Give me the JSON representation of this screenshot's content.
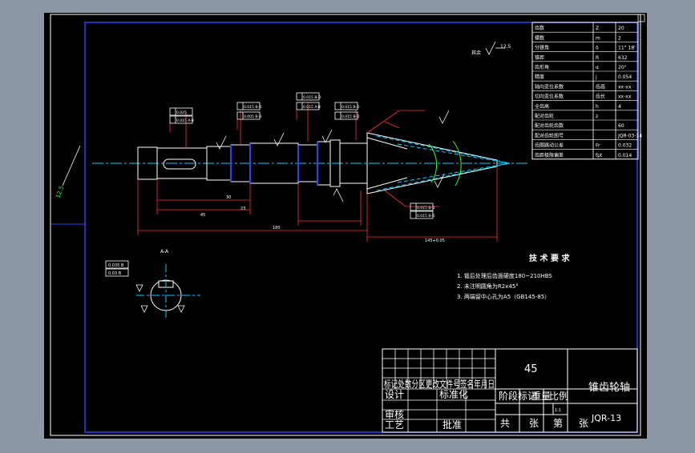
{
  "viewport_markers": {
    "right_button": "▢"
  },
  "spec_table": {
    "rows": [
      {
        "name": "齿数",
        "sym": "Z",
        "val": "20"
      },
      {
        "name": "模数",
        "sym": "m",
        "val": "2"
      },
      {
        "name": "分锥角",
        "sym": "δ",
        "val": "11° 18'"
      },
      {
        "name": "锥距",
        "sym": "R",
        "val": "632"
      },
      {
        "name": "齿形角",
        "sym": "α",
        "val": "20°"
      },
      {
        "name": "精度",
        "sym": "j",
        "val": "0.054"
      },
      {
        "name": "轴向变位系数",
        "sym": "齿高",
        "val": "xx-xx"
      },
      {
        "name": "切向变位系数",
        "sym": "齿长",
        "val": "xx-xx"
      },
      {
        "name": "全齿高",
        "sym": "h",
        "val": "4"
      },
      {
        "name": "配对齿轮",
        "sym": "z",
        "val": ""
      },
      {
        "name": "配对齿轮齿数",
        "sym": "",
        "val": "60"
      },
      {
        "name": "配对齿轮图号",
        "sym": "",
        "val": "JQR-03-14"
      },
      {
        "name": "齿圈跳动公差",
        "sym": "Fr",
        "val": "0.032"
      },
      {
        "name": "齿距极限偏差",
        "sym": "fpt",
        "val": "0.014"
      }
    ]
  },
  "annotations": {
    "roughness_other": "其余",
    "roughness_value": "12.5",
    "section_label": "A-A",
    "section_tol_1": "0.035 B",
    "section_tol_2": "0.03 B",
    "left_roughness": "12.5",
    "gtol": [
      "0.025",
      "0.015 A-B",
      "0.015 B-D",
      "0.005 B-D",
      "0.015 B-D",
      "0.015 A-B",
      "0.015 B-D",
      "0.015 B-D",
      "0.015 B-D",
      "0.015 B-D"
    ],
    "dims": [
      "45",
      "30",
      "180",
      "145+0.05",
      "23"
    ]
  },
  "tech_req": {
    "title": "技 术 要 求",
    "items": [
      "1.  锻后处理后齿面硬度180~210HBS",
      "2.  未注明圆角为R2x45°",
      "3.  两端留中心孔为A5（GB145-85）"
    ]
  },
  "title_block": {
    "material": "45",
    "part_name": "锥齿轮轴",
    "drawing_no": "JQR-13",
    "header_row": "标记处数分区更改文件号签名年月日",
    "design": "设计",
    "standardize": "标准化",
    "stage_label": "阶段标记",
    "weight_label": "重量",
    "scale_label": "比例",
    "scale_value": "1:1",
    "review": "审核",
    "craft": "工艺",
    "approve": "批准",
    "total": "共",
    "sheet": "张",
    "page": "第",
    "sheet2": "张"
  },
  "colors": {
    "canvas": "#000000",
    "frame": "#3040ff",
    "table_line": "#ffffff",
    "centerline": "#00d0ff",
    "dim": "#ff3030",
    "green": "#30ff30"
  }
}
